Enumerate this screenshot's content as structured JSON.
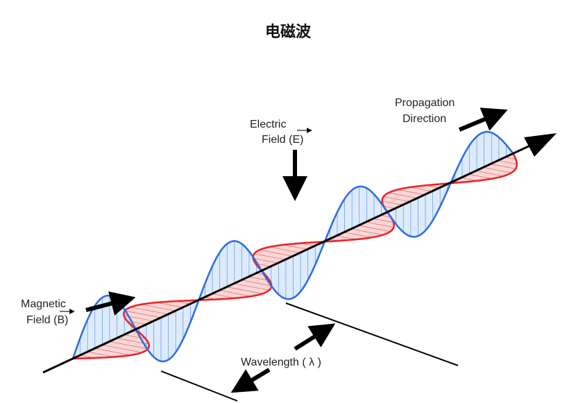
{
  "title": "电磁波",
  "labels": {
    "electric_field_line1": "Electric",
    "electric_field_line2": "Field (E)",
    "magnetic_field_line1": "Magnetic",
    "magnetic_field_line2": "Field (B)",
    "propagation_line1": "Propagation",
    "propagation_line2": "Direction",
    "wavelength": "Wavelength ( λ )"
  },
  "colors": {
    "electric_wave": "#2f6fe0",
    "electric_fill": "#cfe2fb",
    "magnetic_wave": "#e8262a",
    "magnetic_fill": "#f8c9c9",
    "axis": "#000000"
  }
}
